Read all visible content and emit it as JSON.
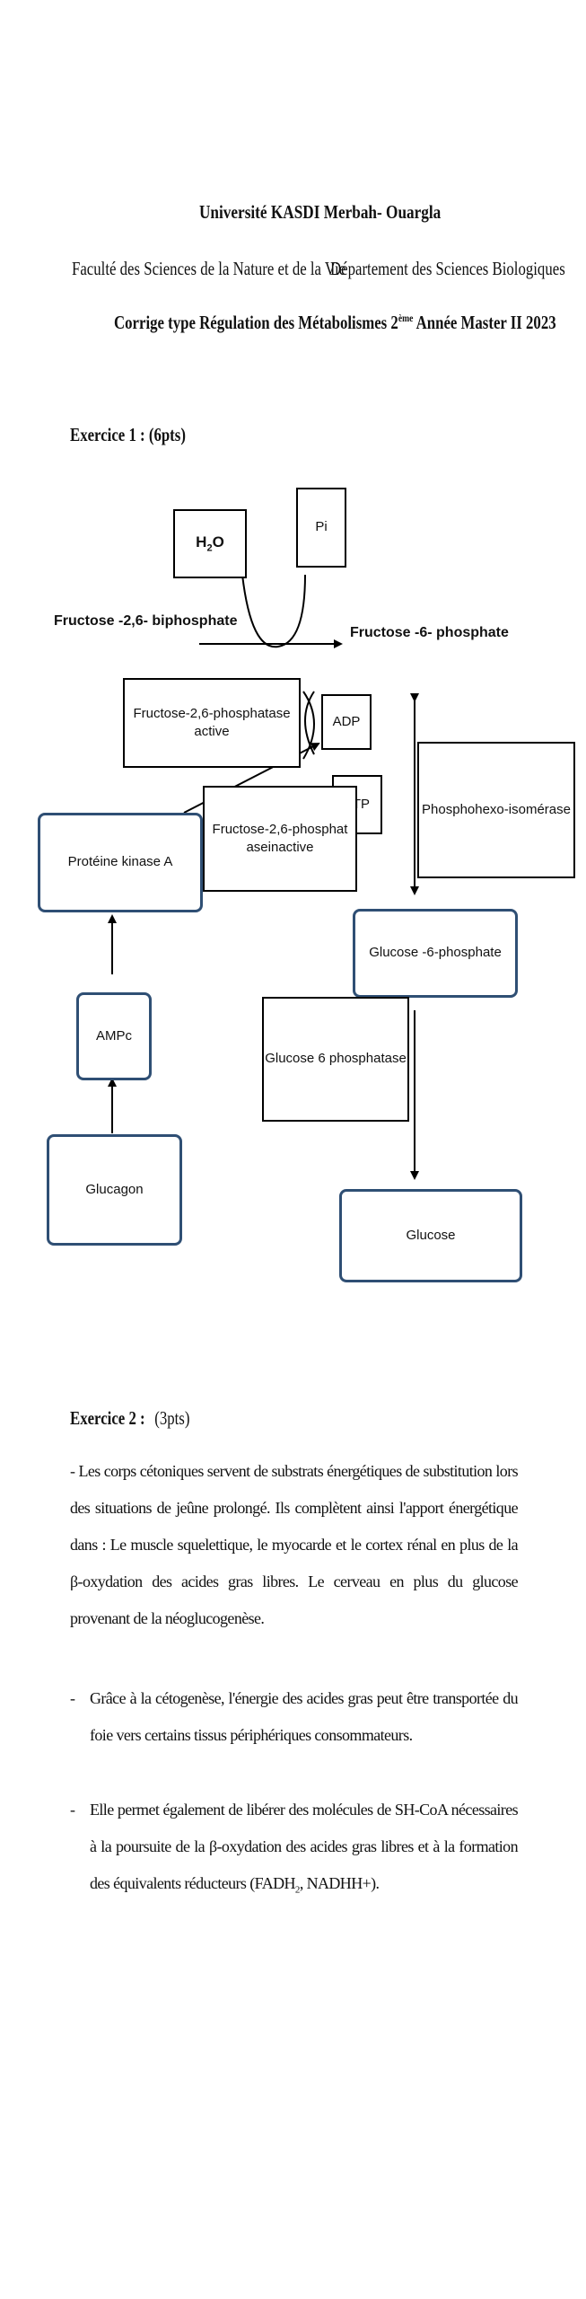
{
  "header": {
    "university": "Université KASDI Merbah- Ouargla",
    "faculty": "Faculté des Sciences de la Nature et de la Vie",
    "department": "Département des Sciences Biologiques",
    "course_prefix": "Corrige type Régulation des Métabolismes  2",
    "course_sup": "ème",
    "course_suffix": " Année Master II 2023"
  },
  "exercise1": {
    "title": "Exercice 1 : (6pts)",
    "diagram": {
      "h2o_main": "H",
      "h2o_sub": "2",
      "h2o_end": "O",
      "pi": "Pi",
      "fructose_26_bp": "Fructose -2,6- biphosphate",
      "fructose_6_p": "Fructose -6- phosphate",
      "f26_phosphatase_active": "Fructose-2,6-phosphatase active",
      "adp": "ADP",
      "atp": "ATP",
      "phosphohexo_isomerase": "Phosphohexo-isomérase",
      "proteine_kinase": "Protéine kinase A",
      "f26_phosphatase_inactive": "Fructose-2,6-phosphataseinactive",
      "glucose_6_phosphate": "Glucose -6-phosphate",
      "ampc": "AMPc",
      "glucose_6_phosphatase": "Glucose 6  phosphatase",
      "glucagon": "Glucagon",
      "glucose": "Glucose"
    }
  },
  "exercise2": {
    "title": "Exercice 2 :",
    "points": "(3pts)",
    "intro": "- Les corps cétoniques servent de substrats énergétiques de substitution lors des situations de jeûne prolongé. Ils complètent ainsi l'apport énergétique dans : Le muscle squelettique, le myocarde et le cortex rénal en plus de la β-oxydation des acides gras libres. Le cerveau en plus du glucose provenant de la néoglucogenèse.",
    "bullet1": "Grâce à la cétogenèse, l'énergie des acides gras peut être transportée du foie vers certains tissus périphériques consommateurs.",
    "bullet2_main": "Elle permet également de libérer des molécules de SH-CoA nécessaires à la poursuite de la β-oxydation des acides gras libres et à la formation des équivalents réducteurs (FADH",
    "bullet2_sub": "2",
    "bullet2_end": ", NADHH+).",
    "bullet_marker": "-"
  }
}
